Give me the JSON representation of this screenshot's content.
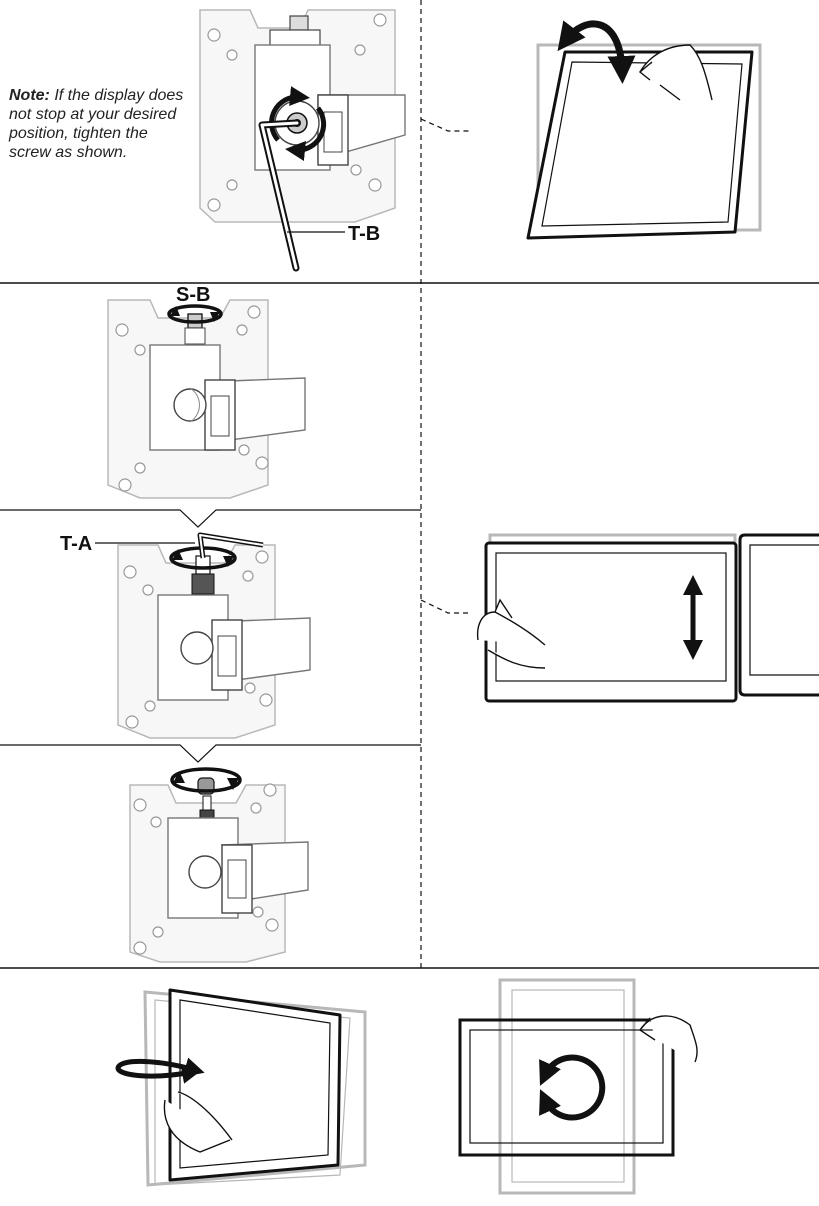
{
  "note": {
    "prefix": "Note:",
    "text": " If the display does not stop at your desired position, tighten the screw as shown."
  },
  "labels": {
    "tension_b": "T-B",
    "screw_b": "S-B",
    "tension_a": "T-A"
  },
  "colors": {
    "line": "#111111",
    "gray": "#b8b8b8",
    "mount_fill": "#f7f7f7"
  }
}
